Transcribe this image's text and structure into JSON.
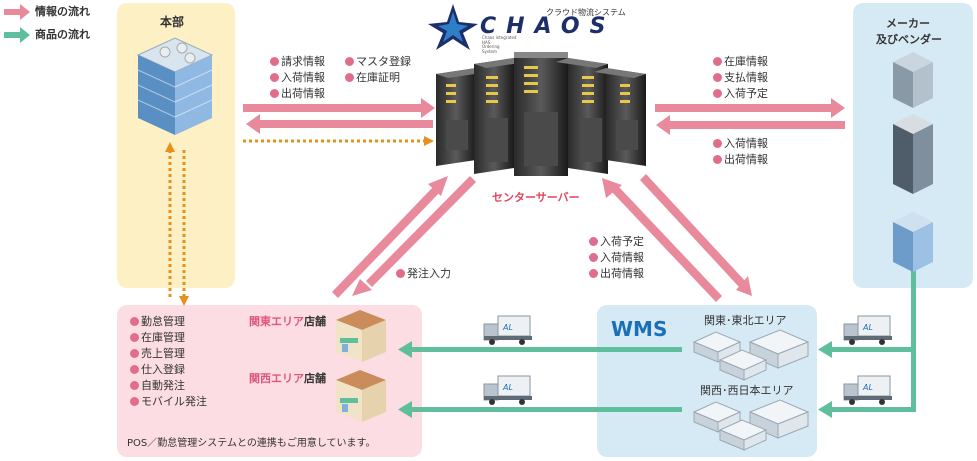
{
  "legend": {
    "info_flow": "情報の流れ",
    "goods_flow": "商品の流れ"
  },
  "hq": {
    "title": "本部",
    "list": [
      "勤怠管理",
      "在庫管理",
      "売上管理",
      "仕入登録",
      "自動発注",
      "モバイル発注"
    ],
    "note": "POS／勤怠管理システムとの連携もご用意しています。"
  },
  "logo": {
    "name": "CHAOS",
    "tagline": "クラウド物流システム",
    "subtitle_lines": [
      "Chaos integrated",
      "HAS",
      "Ordering",
      "System"
    ]
  },
  "center": {
    "label": "センターサーバー",
    "hq_to_server_left": [
      "請求情報",
      "入荷情報",
      "出荷情報"
    ],
    "hq_to_server_right": [
      "マスタ登録",
      "在庫証明"
    ],
    "server_to_vendor": [
      "在庫情報",
      "支払情報",
      "入荷予定"
    ],
    "vendor_to_server": [
      "入荷情報",
      "出荷情報"
    ],
    "store_order": [
      "発注入力"
    ],
    "wms_info": [
      "入荷予定",
      "入荷情報",
      "出荷情報"
    ]
  },
  "vendor": {
    "title_line1": "メーカー",
    "title_line2": "及びベンダー"
  },
  "stores": {
    "kanto_area": "関東エリア",
    "kanto_suffix": "店舗",
    "kansai_area": "関西エリア",
    "kansai_suffix": "店舗"
  },
  "wms": {
    "title": "WMS",
    "area1": "関東･東北エリア",
    "area2": "関西･西日本エリア"
  },
  "colors": {
    "info_arrow": "#e8899c",
    "goods_arrow": "#5fbf9c",
    "dotted_arrow": "#e8901c",
    "hq_panel": "#fdf0c4",
    "store_panel": "#fbdde3",
    "wms_panel": "#d6eaf6",
    "vendor_panel": "#d6eaf6",
    "store_title": "#e0567a",
    "accent_red": "#e2445c",
    "wms_title": "#1b6fb6"
  }
}
